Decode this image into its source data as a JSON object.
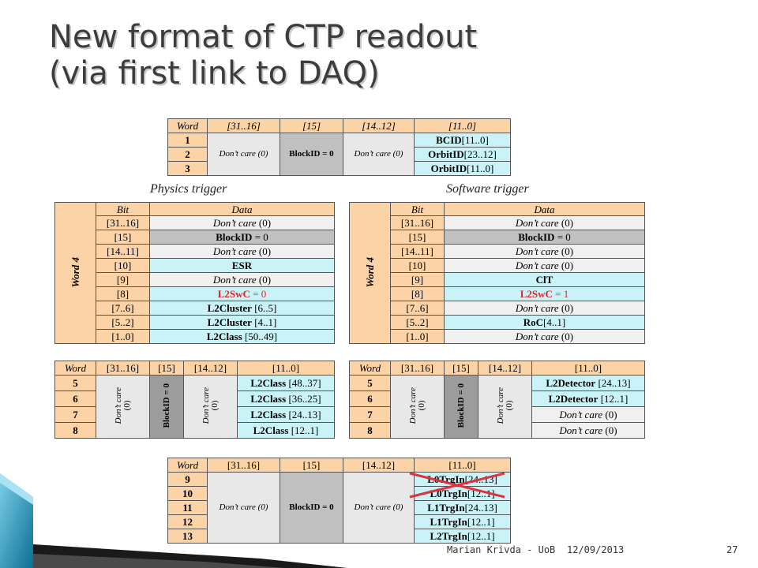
{
  "title": {
    "line1": "New format of CTP readout",
    "line2": "(via first link to DAQ)"
  },
  "labels": {
    "word": "Word",
    "bit": "Bit",
    "data": "Data",
    "c3116": "[31..16]",
    "c15": "[15]",
    "c1412": "[14..12]",
    "c110": "[11..0]",
    "dont_care": "Don’t care (0)",
    "blockid0": "BlockID = 0",
    "dc_word": "Don’t care",
    "dc_val": "(0)",
    "word4_w": "Word ",
    "word4_n": "4"
  },
  "top_table": {
    "rows": [
      {
        "w": "1",
        "data_b": "BCID",
        "data_n": "[11..0]"
      },
      {
        "w": "2",
        "data_b": "OrbitID",
        "data_n": "[23..12]"
      },
      {
        "w": "3",
        "data_b": "OrbitID",
        "data_n": "[11..0]"
      }
    ]
  },
  "physics": {
    "caption": "Physics trigger",
    "rows": [
      {
        "bit": "[31..16]",
        "a": "Don’t care",
        "b": " (0)"
      },
      {
        "bit": "[15]",
        "a": "BlockID",
        "b": " = 0"
      },
      {
        "bit": "[14..11]",
        "a": "Don’t care",
        "b": " (0)"
      },
      {
        "bit": "[10]",
        "a": "ESR",
        "b": ""
      },
      {
        "bit": "[9]",
        "a": "Don’t care",
        "b": " (0)"
      },
      {
        "bit": "[8]",
        "a": "L2SwC",
        "b": " = 0"
      },
      {
        "bit": "[7..6]",
        "a": "L2Cluster",
        "b": " [6..5]"
      },
      {
        "bit": "[5..2]",
        "a": "L2Cluster",
        "b": " [4..1]"
      },
      {
        "bit": "[1..0]",
        "a": "L2Class",
        "b": " [50..49]"
      }
    ],
    "words": [
      {
        "w": "5",
        "a": "L2Class",
        "b": " [48..37]"
      },
      {
        "w": "6",
        "a": "L2Class",
        "b": " [36..25]"
      },
      {
        "w": "7",
        "a": "L2Class",
        "b": " [24..13]"
      },
      {
        "w": "8",
        "a": "L2Class",
        "b": " [12..1]"
      }
    ]
  },
  "software": {
    "caption": "Software trigger",
    "rows": [
      {
        "bit": "[31..16]",
        "a": "Don’t care",
        "b": " (0)"
      },
      {
        "bit": "[15]",
        "a": "BlockID",
        "b": " = 0"
      },
      {
        "bit": "[14..11]",
        "a": "Don’t care",
        "b": " (0)"
      },
      {
        "bit": "[10]",
        "a": "Don’t care",
        "b": " (0)"
      },
      {
        "bit": "[9]",
        "a": "ClT",
        "b": ""
      },
      {
        "bit": "[8]",
        "a": "L2SwC",
        "b": " = 1"
      },
      {
        "bit": "[7..6]",
        "a": "Don’t care",
        "b": " (0)"
      },
      {
        "bit": "[5..2]",
        "a": "RoC",
        "b": "[4..1]"
      },
      {
        "bit": "[1..0]",
        "a": "Don’t care",
        "b": " (0)"
      }
    ],
    "words": [
      {
        "w": "5",
        "a": "L2Detector",
        "b": " [24..13]"
      },
      {
        "w": "6",
        "a": "L2Detector",
        "b": " [12..1]"
      },
      {
        "w": "7",
        "a": "Don’t care",
        "b": " (0)"
      },
      {
        "w": "8",
        "a": "Don’t care",
        "b": " (0)"
      }
    ]
  },
  "bottom_table": {
    "rows": [
      {
        "w": "9",
        "a": "L0TrgIn",
        "b": "[24..13]"
      },
      {
        "w": "10",
        "a": "L0TrgIn",
        "b": "[12..1]"
      },
      {
        "w": "11",
        "a": "L1TrgIn",
        "b": "[24..13]"
      },
      {
        "w": "12",
        "a": "L1TrgIn",
        "b": "[12..1]"
      },
      {
        "w": "13",
        "a": "L2TrgIn",
        "b": "[12..1]"
      }
    ]
  },
  "footer": {
    "author": "Marian Krivda - UoB",
    "date": "12/09/2013",
    "page": "27"
  },
  "colors": {
    "header": "#fbd3a6",
    "cyan": "#c9f3f7",
    "gray_dark": "#c0c0c0",
    "gray_light": "#e8e8e8",
    "red": "#e8202a",
    "deco_blue": "#1a8fb5"
  }
}
